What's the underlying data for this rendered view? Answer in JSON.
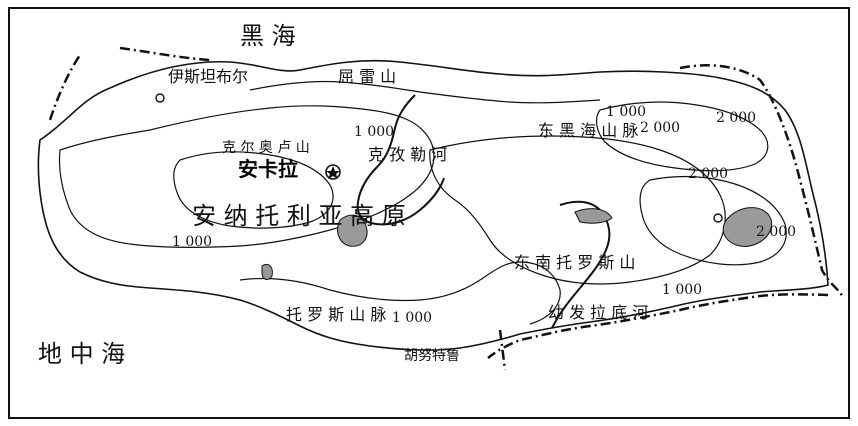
{
  "map": {
    "seas": {
      "black_sea": "黑 海",
      "mediterranean": "地 中 海"
    },
    "cities": {
      "istanbul": "伊斯坦布尔",
      "ankara": "安卡拉",
      "hunusitelu": "胡努特鲁"
    },
    "mountains": {
      "quleishan": "屈 雷 山",
      "keerou": "克 尔 奥 卢 山",
      "east_black_sea": "东 黑 海 山 脉",
      "toros": "托 罗 斯 山 脉",
      "east_toros": "东 南 托 罗 斯 山"
    },
    "plateau": "安 纳 托 利 亚 高 原",
    "rivers": {
      "kizil": "克 孜 勒 河",
      "euphrates": "幼 发 拉 底 河"
    },
    "contours": [
      "1 000",
      "1 000",
      "1 000",
      "1 000",
      "1 000",
      "2 000",
      "2 000",
      "2 000",
      "2 000"
    ],
    "colors": {
      "line": "#111111",
      "lake": "#9a9a9a",
      "background": "#ffffff"
    }
  }
}
